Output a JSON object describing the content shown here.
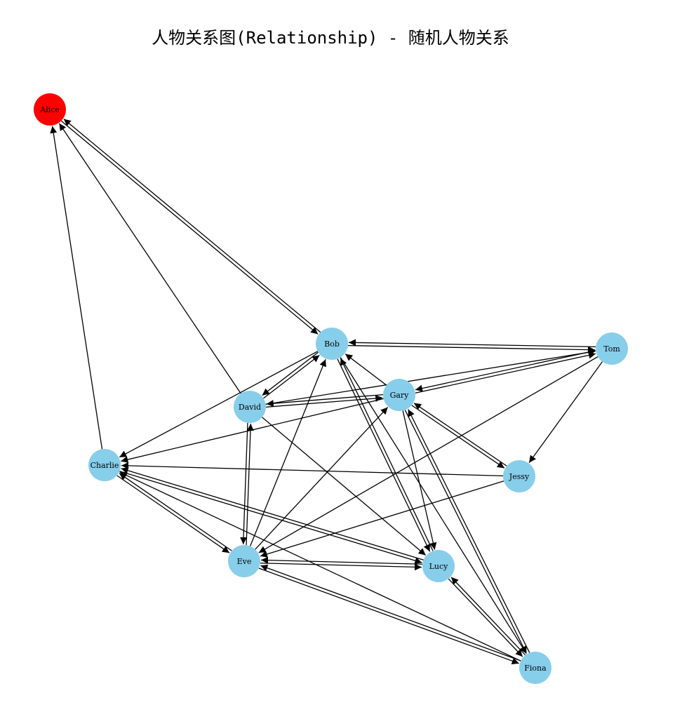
{
  "title": "人物关系图(Relationship) - 随机人物关系",
  "colors": {
    "node": "#87CEEB",
    "highlight": "#FF0000",
    "edge": "#000000"
  },
  "nodes": [
    {
      "id": "Alice",
      "label": "Alice",
      "highlight": true
    },
    {
      "id": "Bob",
      "label": "Bob"
    },
    {
      "id": "Tom",
      "label": "Tom"
    },
    {
      "id": "Gary",
      "label": "Gary"
    },
    {
      "id": "David",
      "label": "David"
    },
    {
      "id": "Charlie",
      "label": "Charlie"
    },
    {
      "id": "Jessy",
      "label": "Jessy"
    },
    {
      "id": "Eve",
      "label": "Eve"
    },
    {
      "id": "Lucy",
      "label": "Lucy"
    },
    {
      "id": "Fiona",
      "label": "Fiona"
    }
  ],
  "edges": [
    {
      "source": "Bob",
      "target": "Alice"
    },
    {
      "source": "Alice",
      "target": "Bob"
    },
    {
      "source": "David",
      "target": "Alice"
    },
    {
      "source": "Charlie",
      "target": "Alice"
    },
    {
      "source": "Bob",
      "target": "Tom"
    },
    {
      "source": "Tom",
      "target": "Bob"
    },
    {
      "source": "Bob",
      "target": "David"
    },
    {
      "source": "David",
      "target": "Bob"
    },
    {
      "source": "Bob",
      "target": "Charlie"
    },
    {
      "source": "Bob",
      "target": "Lucy"
    },
    {
      "source": "Lucy",
      "target": "Bob"
    },
    {
      "source": "Bob",
      "target": "Fiona"
    },
    {
      "source": "Gary",
      "target": "Bob"
    },
    {
      "source": "Gary",
      "target": "Tom"
    },
    {
      "source": "Tom",
      "target": "Gary"
    },
    {
      "source": "David",
      "target": "Tom"
    },
    {
      "source": "Tom",
      "target": "Jessy"
    },
    {
      "source": "Tom",
      "target": "Eve"
    },
    {
      "source": "Gary",
      "target": "David"
    },
    {
      "source": "David",
      "target": "Gary"
    },
    {
      "source": "Gary",
      "target": "Charlie"
    },
    {
      "source": "Gary",
      "target": "Jessy"
    },
    {
      "source": "Jessy",
      "target": "Gary"
    },
    {
      "source": "Gary",
      "target": "Lucy"
    },
    {
      "source": "Gary",
      "target": "Fiona"
    },
    {
      "source": "Fiona",
      "target": "Gary"
    },
    {
      "source": "David",
      "target": "Eve"
    },
    {
      "source": "Eve",
      "target": "David"
    },
    {
      "source": "David",
      "target": "Lucy"
    },
    {
      "source": "Jessy",
      "target": "Charlie"
    },
    {
      "source": "Jessy",
      "target": "Eve"
    },
    {
      "source": "Charlie",
      "target": "Eve"
    },
    {
      "source": "Eve",
      "target": "Charlie"
    },
    {
      "source": "Charlie",
      "target": "Lucy"
    },
    {
      "source": "Lucy",
      "target": "Charlie"
    },
    {
      "source": "Fiona",
      "target": "Charlie"
    },
    {
      "source": "Eve",
      "target": "Bob"
    },
    {
      "source": "Eve",
      "target": "Gary"
    },
    {
      "source": "Eve",
      "target": "Lucy"
    },
    {
      "source": "Lucy",
      "target": "Eve"
    },
    {
      "source": "Eve",
      "target": "Fiona"
    },
    {
      "source": "Fiona",
      "target": "Eve"
    },
    {
      "source": "Lucy",
      "target": "Fiona"
    },
    {
      "source": "Fiona",
      "target": "Lucy"
    }
  ]
}
